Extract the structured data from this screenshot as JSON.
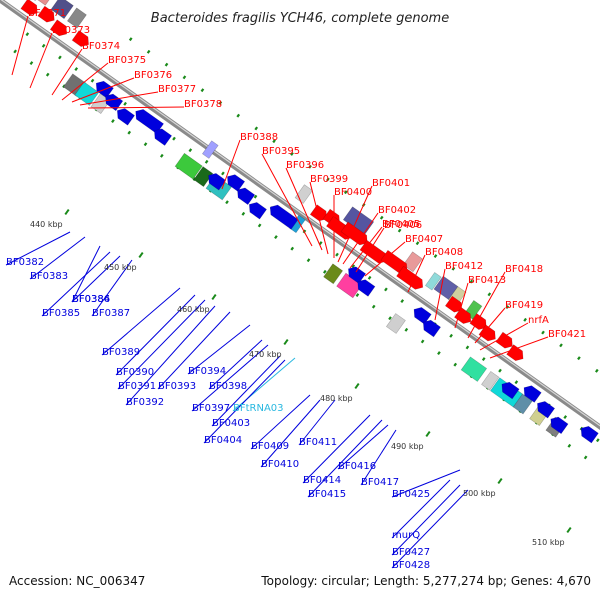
{
  "title": "Bacteroides fragilis YCH46, complete genome",
  "footer": {
    "accession": "Accession: NC_006347",
    "summary": "Topology: circular; Length: 5,277,274 bp; Genes: 4,670"
  },
  "colors": {
    "forward_gene": "#ff0000",
    "reverse_gene": "#0000dd",
    "trna_label": "#29b8e0",
    "backbone": "#8a8a8a",
    "tick": "#1a8a1a"
  },
  "kbp_ticks": [
    "440 kbp",
    "450 kbp",
    "460 kbp",
    "470 kbp",
    "480 kbp",
    "490 kbp",
    "500 kbp",
    "510 kbp"
  ],
  "forward_labels": [
    "BF0371",
    "BF0373",
    "BF0374",
    "BF0375",
    "BF0376",
    "BF0377",
    "BF0378",
    "BF0388",
    "BF0395",
    "BF0396",
    "BF0399",
    "BF0400",
    "BF0401",
    "BF0402",
    "BF0405",
    "BF0406",
    "BF0407",
    "BF0408",
    "BF0412",
    "BF0413",
    "BF0418",
    "BF0419",
    "nrfA",
    "BF0421"
  ],
  "reverse_labels": [
    "BF0382",
    "BF0383",
    "BF0384",
    "BF0385",
    "BF0386",
    "BF0387",
    "BF0389",
    "BF0390",
    "BF0391",
    "BF0392",
    "BF0393",
    "BF0394",
    "BF0397",
    "BFtRNA03",
    "BF0398",
    "BF0403",
    "BF0404",
    "BF0409",
    "BF0410",
    "BF0411",
    "BF0414",
    "BF0415",
    "BF0416",
    "BF0417",
    "BF0425",
    "murQ",
    "BF0427",
    "BF0428"
  ]
}
